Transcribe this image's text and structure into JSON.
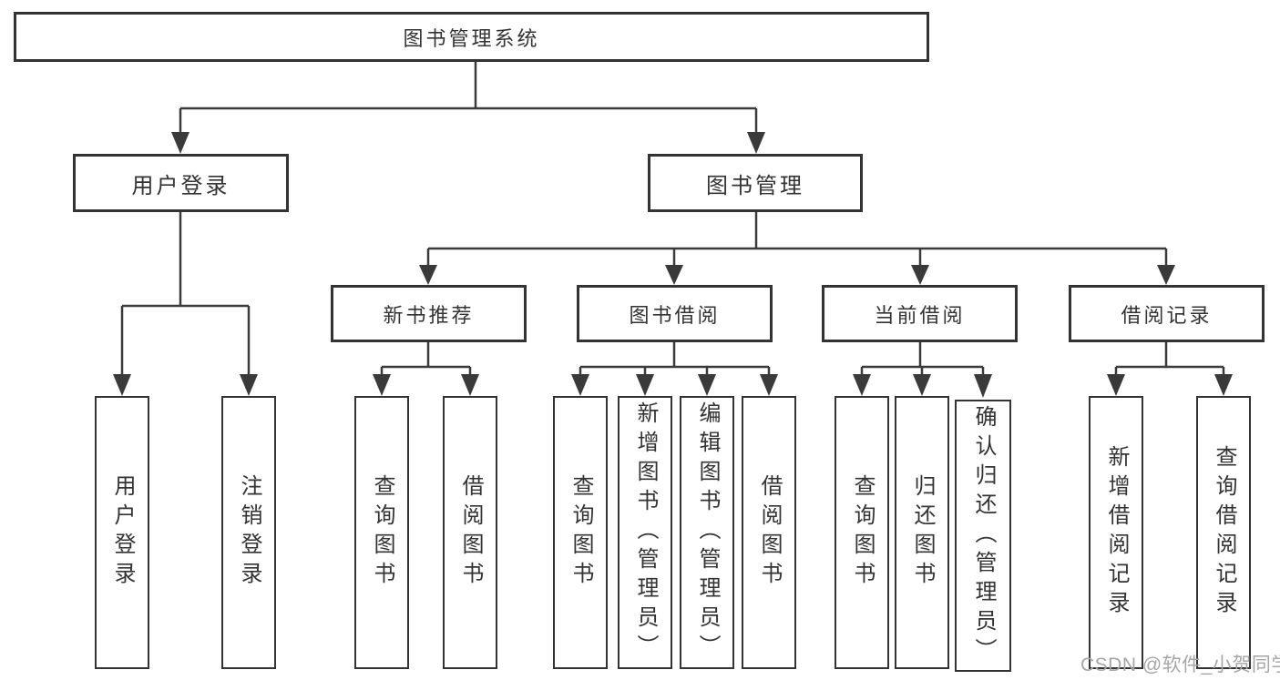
{
  "tree": {
    "label": "图书管理系统",
    "children": [
      {
        "label": "用户登录",
        "children": [
          {
            "label": "用户登录"
          },
          {
            "label": "注销登录"
          }
        ]
      },
      {
        "label": "图书管理",
        "children": [
          {
            "label": "新书推荐",
            "children": [
              {
                "label": "查询图书"
              },
              {
                "label": "借阅图书"
              }
            ]
          },
          {
            "label": "图书借阅",
            "children": [
              {
                "label": "查询图书"
              },
              {
                "label": "新增图书（管理员）"
              },
              {
                "label": "编辑图书（管理员）"
              },
              {
                "label": "借阅图书"
              }
            ]
          },
          {
            "label": "当前借阅",
            "children": [
              {
                "label": "查询图书"
              },
              {
                "label": "归还图书"
              },
              {
                "label": "确认归还（管理员）"
              }
            ]
          },
          {
            "label": "借阅记录",
            "children": [
              {
                "label": "新增借阅记录"
              },
              {
                "label": "查询借阅记录"
              }
            ]
          }
        ]
      }
    ]
  },
  "watermark": "CSDN @软件_小贺同学",
  "colors": {
    "line": "#3a3a3a",
    "box_border": "#333333",
    "text": "#333333",
    "watermark": "#a6a6a6",
    "background": "#ffffff"
  }
}
